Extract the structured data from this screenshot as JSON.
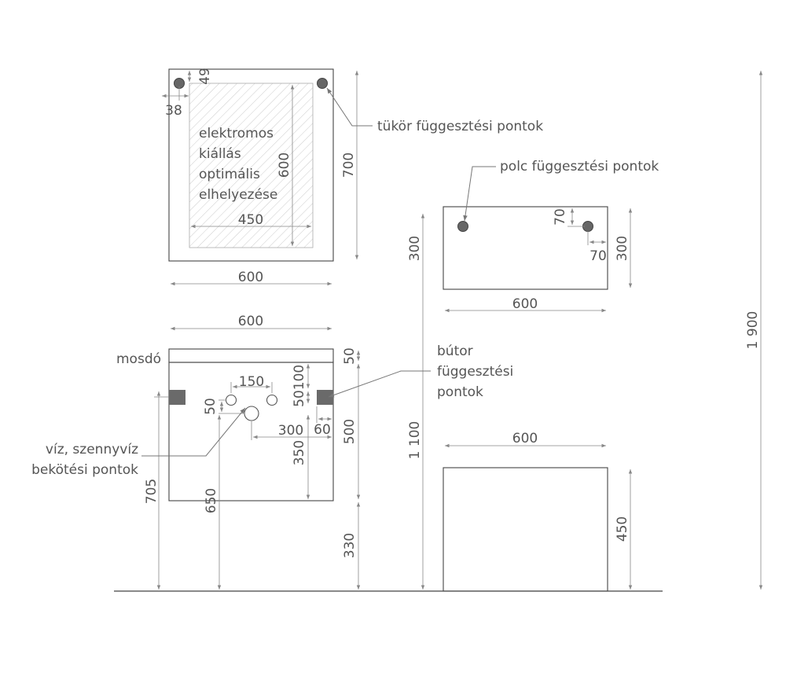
{
  "labels": {
    "electrical_zone": [
      "elektromos",
      "kiállás",
      "optimális",
      "elhelyezése"
    ],
    "mirror_points": "tükör függesztési pontok",
    "shelf_points": "polc függesztési pontok",
    "washbasin": "mosdó",
    "furniture_points": [
      "bútor",
      "függesztési",
      "pontok"
    ],
    "water_connections": [
      "víz, szennyvíz",
      "bekötési pontok"
    ]
  },
  "mirror": {
    "width": "600",
    "height": "700",
    "zone_width": "450",
    "zone_height": "600",
    "point_offset_x": "38",
    "point_offset_y": "49"
  },
  "cabinet": {
    "width": "600",
    "basin_thickness": "50",
    "bracket_offset": "100",
    "bracket_height": "50",
    "bracket_width": "60",
    "body_height": "500",
    "bottom_gap": "330",
    "hole_spacing": "150",
    "hole_offset": "50",
    "drain_offset_x": "300",
    "drain_height": "350",
    "height_to_bottom": "705",
    "drain_from_floor": "650",
    "mount_height": "1 100"
  },
  "shelf": {
    "width": "600",
    "height": "300",
    "height_left": "300",
    "point_offset_y": "70",
    "point_offset_x": "70"
  },
  "floor_unit": {
    "width": "600",
    "height": "450"
  },
  "total_height": "1 900",
  "colors": {
    "line": "#444444",
    "dimension": "#888888",
    "hatch": "#cccccc",
    "fill_dark": "#6a6a6a"
  }
}
